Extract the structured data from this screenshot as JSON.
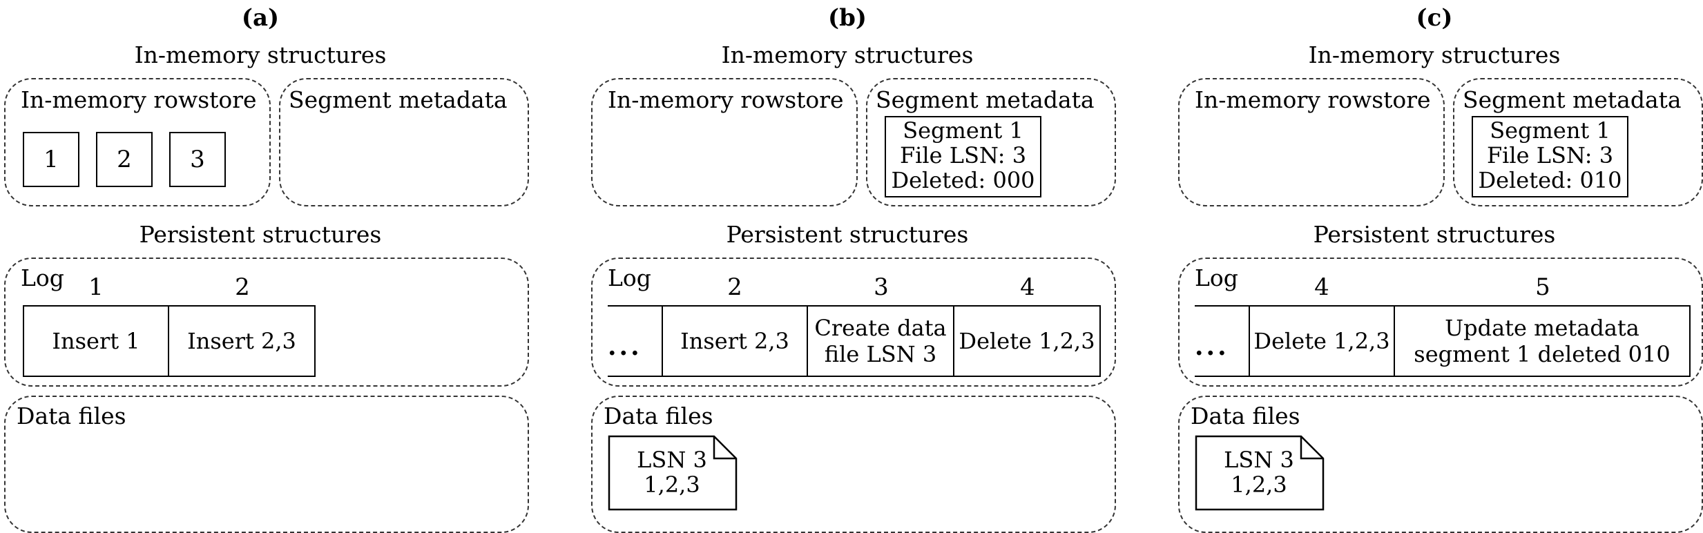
{
  "panels": [
    {
      "letter": "(a)",
      "in_memory_heading": "In-memory structures",
      "rowstore_title": "In-memory rowstore",
      "rowstore_rows": [
        "1",
        "2",
        "3"
      ],
      "segment_title": "Segment metadata",
      "segment_entry": null,
      "persistent_heading": "Persistent structures",
      "log_title": "Log",
      "log_has_ellipsis": false,
      "ellipsis": "",
      "log_entries": [
        {
          "lsn": "1",
          "text": "Insert 1"
        },
        {
          "lsn": "2",
          "text": "Insert 2,3"
        }
      ],
      "data_files_title": "Data files",
      "data_files": []
    },
    {
      "letter": "(b)",
      "in_memory_heading": "In-memory structures",
      "rowstore_title": "In-memory rowstore",
      "rowstore_rows": [],
      "segment_title": "Segment metadata",
      "segment_entry": {
        "name": "Segment 1",
        "file_lsn": "File LSN: 3",
        "deleted": "Deleted: 000"
      },
      "persistent_heading": "Persistent structures",
      "log_title": "Log",
      "log_has_ellipsis": true,
      "ellipsis": "...",
      "log_entries": [
        {
          "lsn": "2",
          "text": "Insert 2,3"
        },
        {
          "lsn": "3",
          "text": "Create data\nfile LSN 3"
        },
        {
          "lsn": "4",
          "text": "Delete 1,2,3"
        }
      ],
      "data_files_title": "Data files",
      "data_files": [
        {
          "line1": "LSN 3",
          "line2": "1,2,3"
        }
      ]
    },
    {
      "letter": "(c)",
      "in_memory_heading": "In-memory structures",
      "rowstore_title": "In-memory rowstore",
      "rowstore_rows": [],
      "segment_title": "Segment metadata",
      "segment_entry": {
        "name": "Segment 1",
        "file_lsn": "File LSN: 3",
        "deleted": "Deleted: 010"
      },
      "persistent_heading": "Persistent structures",
      "log_title": "Log",
      "log_has_ellipsis": true,
      "ellipsis": "...",
      "log_entries": [
        {
          "lsn": "4",
          "text": "Delete 1,2,3"
        },
        {
          "lsn": "5",
          "text": "Update metadata\nsegment 1 deleted 010"
        }
      ],
      "data_files_title": "Data files",
      "data_files": [
        {
          "line1": "LSN 3",
          "line2": "1,2,3"
        }
      ]
    }
  ]
}
